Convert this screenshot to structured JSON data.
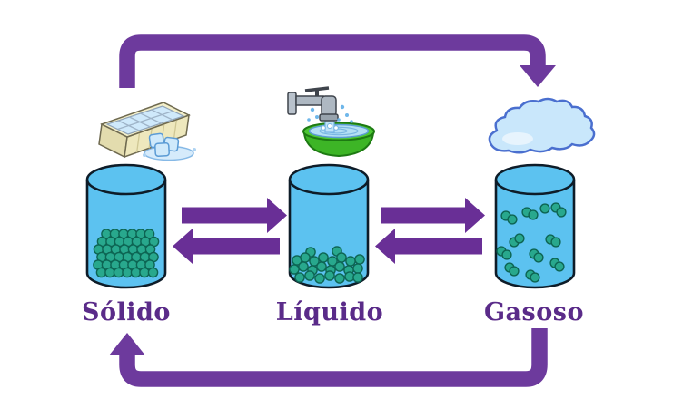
{
  "states": [
    {
      "label": "Sólido",
      "icon": "ice-cube-tray-icon"
    },
    {
      "label": "Líquido",
      "icon": "faucet-basin-icon"
    },
    {
      "label": "Gasoso",
      "icon": "cloud-icon"
    }
  ],
  "colors": {
    "background": "#ffffff",
    "arrow_purple": "#6d3a9d",
    "double_arrow_purple": "#692f96",
    "label_purple": "#5a2b89",
    "cylinder_blue": "#5cc2f0",
    "cylinder_outline": "#0e1c28",
    "particle_fill": "#28a88d",
    "particle_stroke": "#0d6553",
    "cloud_blue": "#c9e7fb",
    "cloud_outline": "#4a6fcf",
    "basin_green": "#3db526",
    "basin_outline": "#1d7a12",
    "water_blue": "#b4dff5",
    "tray_cream": "#f3efca",
    "ice_blue": "#cfe9fb",
    "faucet_gray": "#aeb8c2"
  }
}
